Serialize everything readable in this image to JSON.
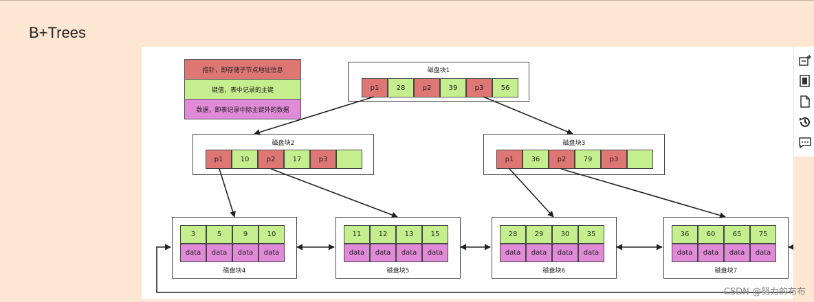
{
  "page": {
    "title": "B+Trees"
  },
  "legend": {
    "pointer": "指针，即存储子节点地址信息",
    "key": "键值，表中记录的主键",
    "data": "数据，即表记录中除主键外的数据"
  },
  "blocks": {
    "b1": {
      "title": "磁盘块1",
      "cells": [
        "p1",
        "28",
        "p2",
        "39",
        "p3",
        "56"
      ]
    },
    "b2": {
      "title": "磁盘块2",
      "cells": [
        "p1",
        "10",
        "p2",
        "17",
        "p3",
        ""
      ]
    },
    "b3": {
      "title": "磁盘块3",
      "cells": [
        "p1",
        "36",
        "p2",
        "79",
        "p3",
        ""
      ]
    },
    "b4": {
      "title": "磁盘块4",
      "keys": [
        "3",
        "5",
        "9",
        "10"
      ],
      "data": [
        "data",
        "data",
        "data",
        "data"
      ]
    },
    "b5": {
      "title": "磁盘块5",
      "keys": [
        "11",
        "12",
        "13",
        "15"
      ],
      "data": [
        "data",
        "data",
        "data",
        "data"
      ]
    },
    "b6": {
      "title": "磁盘块6",
      "keys": [
        "28",
        "29",
        "30",
        "35"
      ],
      "data": [
        "data",
        "data",
        "data",
        "data"
      ]
    },
    "b7": {
      "title": "磁盘块7",
      "keys": [
        "36",
        "60",
        "65",
        "75"
      ],
      "data": [
        "data",
        "data",
        "data",
        "data"
      ]
    }
  },
  "toolbar": [
    "add-node-icon",
    "copy-icon",
    "document-icon",
    "history-icon",
    "comment-icon"
  ],
  "watermark": "CSDN @努力的布布",
  "colors": {
    "pointer": "#de7674",
    "key": "#c5ef8e",
    "data": "#e08ad8",
    "background": "#fde6d2"
  }
}
